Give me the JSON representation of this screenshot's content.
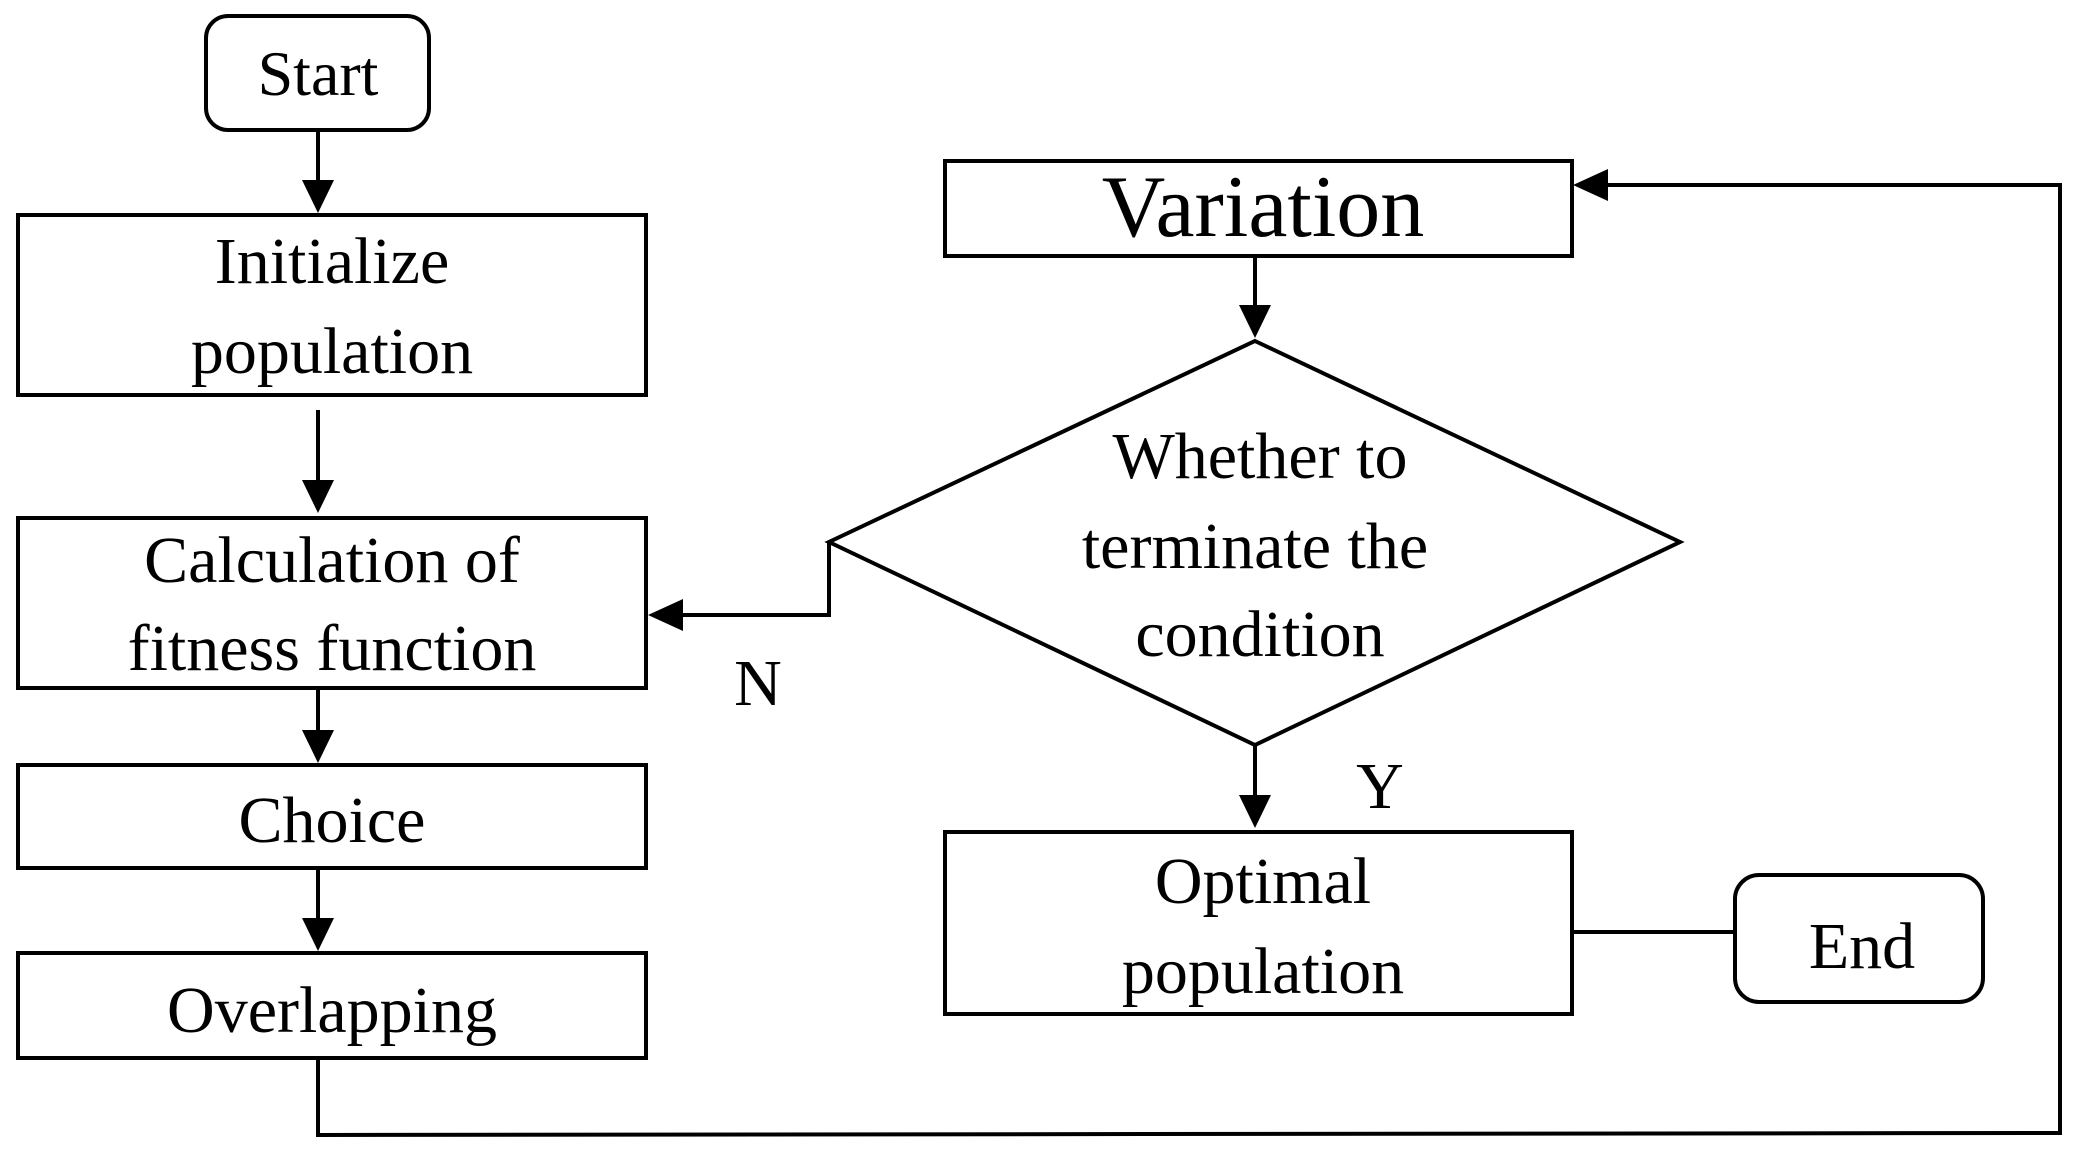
{
  "nodes": {
    "start": "Start",
    "initialize": [
      "Initialize",
      "population"
    ],
    "fitness": [
      "Calculation of",
      "fitness function"
    ],
    "choice": "Choice",
    "overlapping": "Overlapping",
    "variation": "Variation",
    "decision": [
      "Whether to",
      "terminate the",
      "condition"
    ],
    "optimal": [
      "Optimal",
      "population"
    ],
    "end": "End"
  },
  "edge_labels": {
    "no": "N",
    "yes": "Y"
  }
}
